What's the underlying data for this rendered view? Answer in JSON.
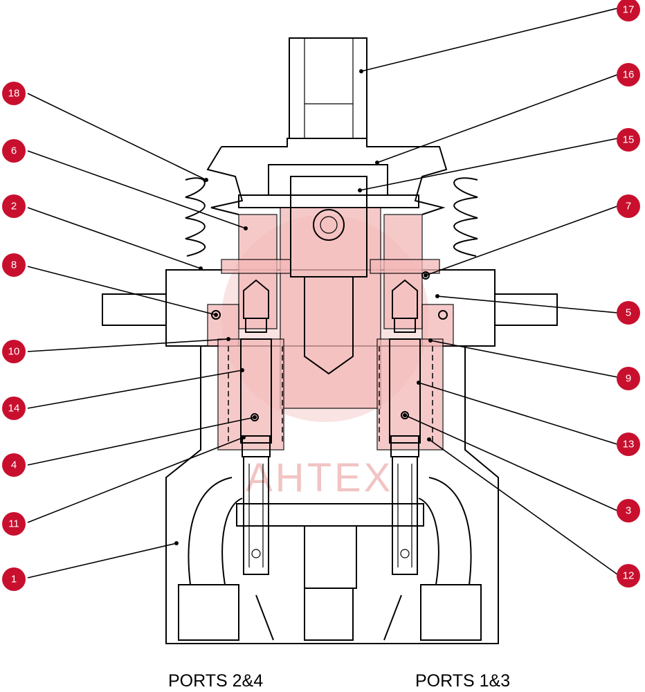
{
  "port_labels": {
    "left": "PORTS 2&4",
    "right": "PORTS 1&3"
  },
  "watermark": {
    "text": "AHTEX"
  },
  "callouts": {
    "c1": "1",
    "c2": "2",
    "c3": "3",
    "c4": "4",
    "c5": "5",
    "c6": "6",
    "c7": "7",
    "c8": "8",
    "c9": "9",
    "c10": "10",
    "c11": "11",
    "c12": "12",
    "c13": "13",
    "c14": "14",
    "c15": "15",
    "c16": "16",
    "c17": "17",
    "c18": "18"
  }
}
